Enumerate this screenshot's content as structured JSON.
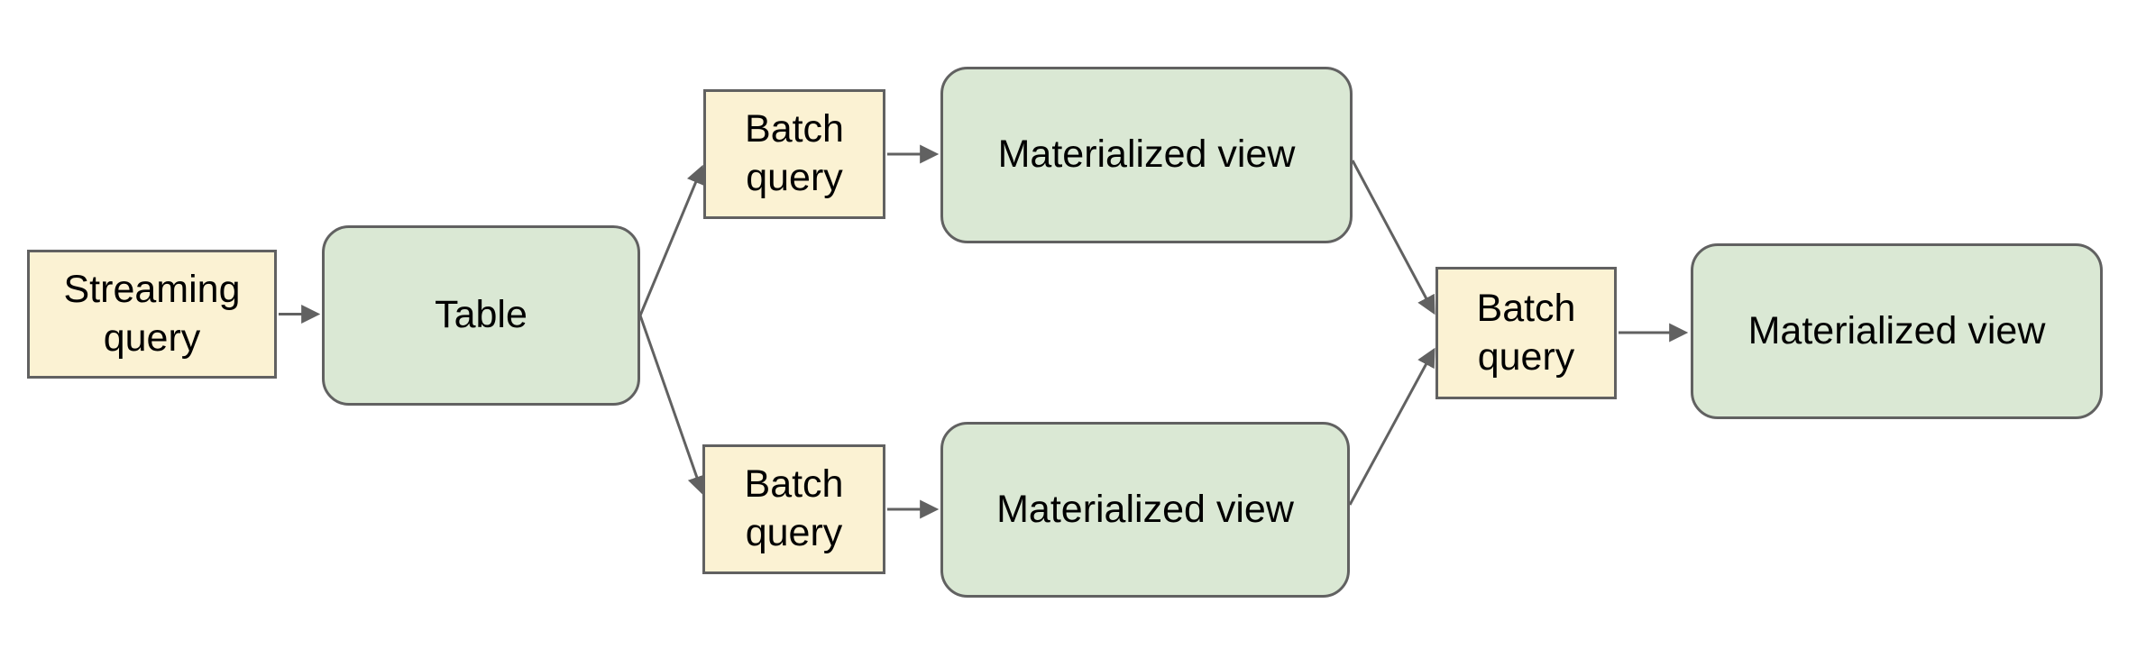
{
  "colors": {
    "canvas-bg": "#ffffff",
    "query-fill": "#fbf2d3",
    "data-fill": "#dae8d4",
    "shape-border": "#616161",
    "arrow-color": "#616161",
    "text-color": "#000000"
  },
  "nodes": [
    {
      "id": "streaming-query",
      "label": "Streaming query",
      "kind": "query"
    },
    {
      "id": "table",
      "label": "Table",
      "kind": "data"
    },
    {
      "id": "batch-query-top",
      "label": "Batch query",
      "kind": "query"
    },
    {
      "id": "materialized-view-top",
      "label": "Materialized view",
      "kind": "data"
    },
    {
      "id": "batch-query-bottom",
      "label": "Batch query",
      "kind": "query"
    },
    {
      "id": "materialized-view-bottom",
      "label": "Materialized view",
      "kind": "data"
    },
    {
      "id": "batch-query-join",
      "label": "Batch query",
      "kind": "query"
    },
    {
      "id": "materialized-view-final",
      "label": "Materialized view",
      "kind": "data"
    }
  ],
  "edges": [
    {
      "from": "streaming-query",
      "to": "table"
    },
    {
      "from": "table",
      "to": "batch-query-top"
    },
    {
      "from": "table",
      "to": "batch-query-bottom"
    },
    {
      "from": "batch-query-top",
      "to": "materialized-view-top"
    },
    {
      "from": "batch-query-bottom",
      "to": "materialized-view-bottom"
    },
    {
      "from": "materialized-view-top",
      "to": "batch-query-join"
    },
    {
      "from": "materialized-view-bottom",
      "to": "batch-query-join"
    },
    {
      "from": "batch-query-join",
      "to": "materialized-view-final"
    }
  ]
}
